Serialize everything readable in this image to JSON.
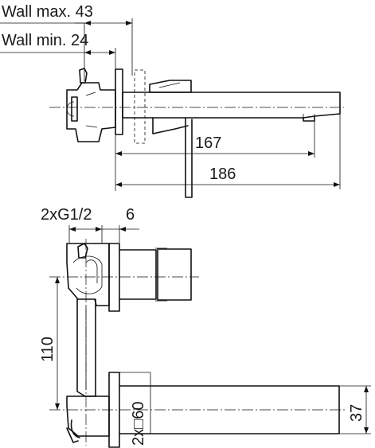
{
  "side_view": {
    "dims": {
      "wall_max": "Wall max. 43",
      "wall_min": "Wall min. 24",
      "spout_167": "167",
      "spout_186": "186"
    }
  },
  "front_view": {
    "dims": {
      "thread": "2xG1/2",
      "six": "6",
      "height_110": "110",
      "plate": "2x□60",
      "spout_37": "37"
    }
  }
}
